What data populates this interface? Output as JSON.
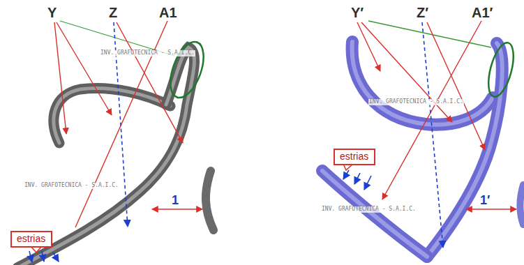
{
  "diagram": {
    "nodes": [
      {
        "text": [
          "estrias"
        ]
      },
      {
        "text": [
          "estrias"
        ]
      }
    ],
    "labels": [
      "Y",
      "Z",
      "A1",
      "Y′",
      "Z′",
      "A1′",
      "INV. GRAFOTECNICA - S.A.I.C.",
      "INV. GRAFOTECNICA - S.A.I.C.",
      "INV. GRAFOTECNICA - S.A.I.C.",
      "INV. GRAFOTECNICA - S.A.I.C.",
      "1",
      "1′"
    ]
  }
}
